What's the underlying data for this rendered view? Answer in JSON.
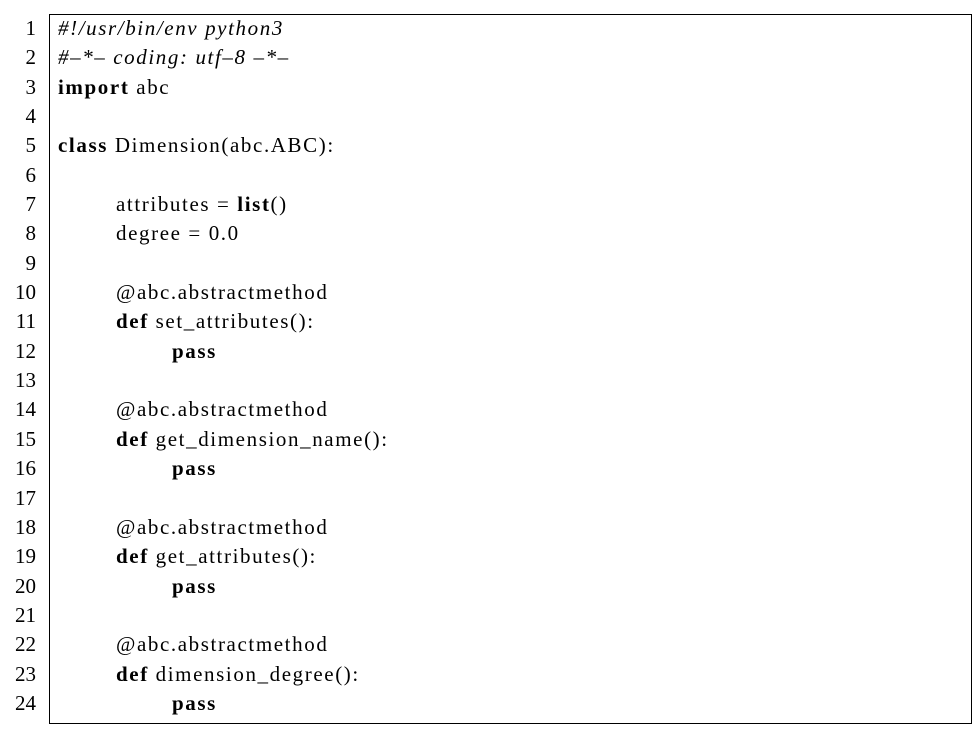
{
  "line_numbers": [
    "1",
    "2",
    "3",
    "4",
    "5",
    "6",
    "7",
    "8",
    "9",
    "10",
    "11",
    "12",
    "13",
    "14",
    "15",
    "16",
    "17",
    "18",
    "19",
    "20",
    "21",
    "22",
    "23",
    "24"
  ],
  "code": {
    "l1": "#!/usr/bin/env python3",
    "l2": "#–*– coding: utf–8 –*–",
    "l3_kw": "import",
    "l3_rest": " abc",
    "l5_kw": "class",
    "l5_rest": " Dimension(abc.ABC):",
    "l7_a": "attributes = ",
    "l7_kw": "list",
    "l7_b": "()",
    "l8": "degree = 0.0",
    "l10": "@abc.abstractmethod",
    "l11_kw": "def",
    "l11_rest": " set_attributes():",
    "l12_kw": "pass",
    "l14": "@abc.abstractmethod",
    "l15_kw": "def",
    "l15_rest": " get_dimension_name():",
    "l16_kw": "pass",
    "l18": "@abc.abstractmethod",
    "l19_kw": "def",
    "l19_rest": " get_attributes():",
    "l20_kw": "pass",
    "l22": "@abc.abstractmethod",
    "l23_kw": "def",
    "l23_rest": " dimension_degree():",
    "l24_kw": "pass"
  }
}
